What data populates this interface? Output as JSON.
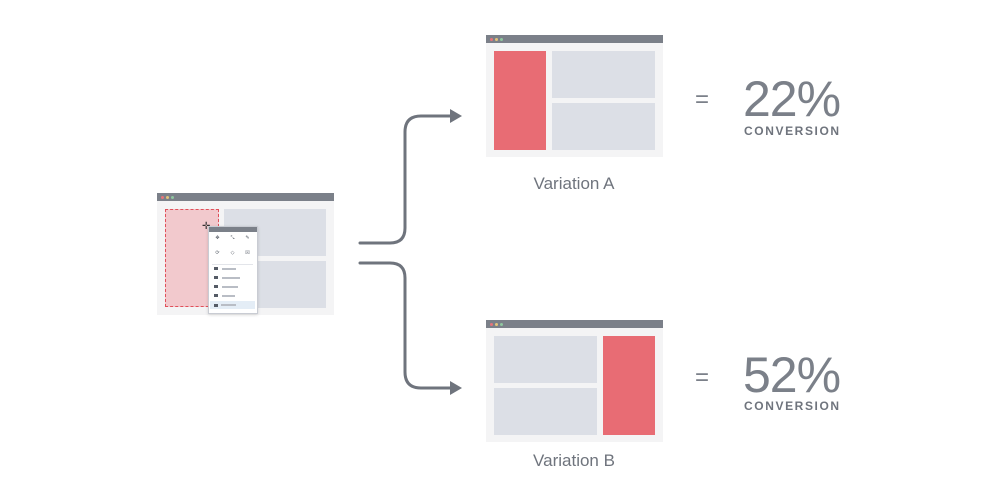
{
  "variations": [
    {
      "label": "Variation A",
      "equals": "=",
      "rate": "22%",
      "metric": "CONVERSION"
    },
    {
      "label": "Variation B",
      "equals": "=",
      "rate": "52%",
      "metric": "CONVERSION"
    }
  ],
  "colors": {
    "accent": "#e86c74",
    "text": "#7b8089",
    "block": "#dcdfe6",
    "selection": "#f2c9cd",
    "arrow": "#6f747d"
  },
  "editor_menu": {
    "tools": [
      {
        "icon": "move-icon",
        "glyph": "✥"
      },
      {
        "icon": "resize-icon",
        "glyph": "⤡"
      },
      {
        "icon": "style-icon",
        "glyph": "✎"
      },
      {
        "icon": "rearrange-icon",
        "glyph": "⟳"
      },
      {
        "icon": "hide-icon",
        "glyph": "◇"
      },
      {
        "icon": "remove-icon",
        "glyph": "☒"
      }
    ],
    "items": [
      {
        "icon": "pencil-icon"
      },
      {
        "icon": "user-icon"
      },
      {
        "icon": "code-icon"
      },
      {
        "icon": "link-icon"
      },
      {
        "icon": "search-icon"
      }
    ]
  }
}
